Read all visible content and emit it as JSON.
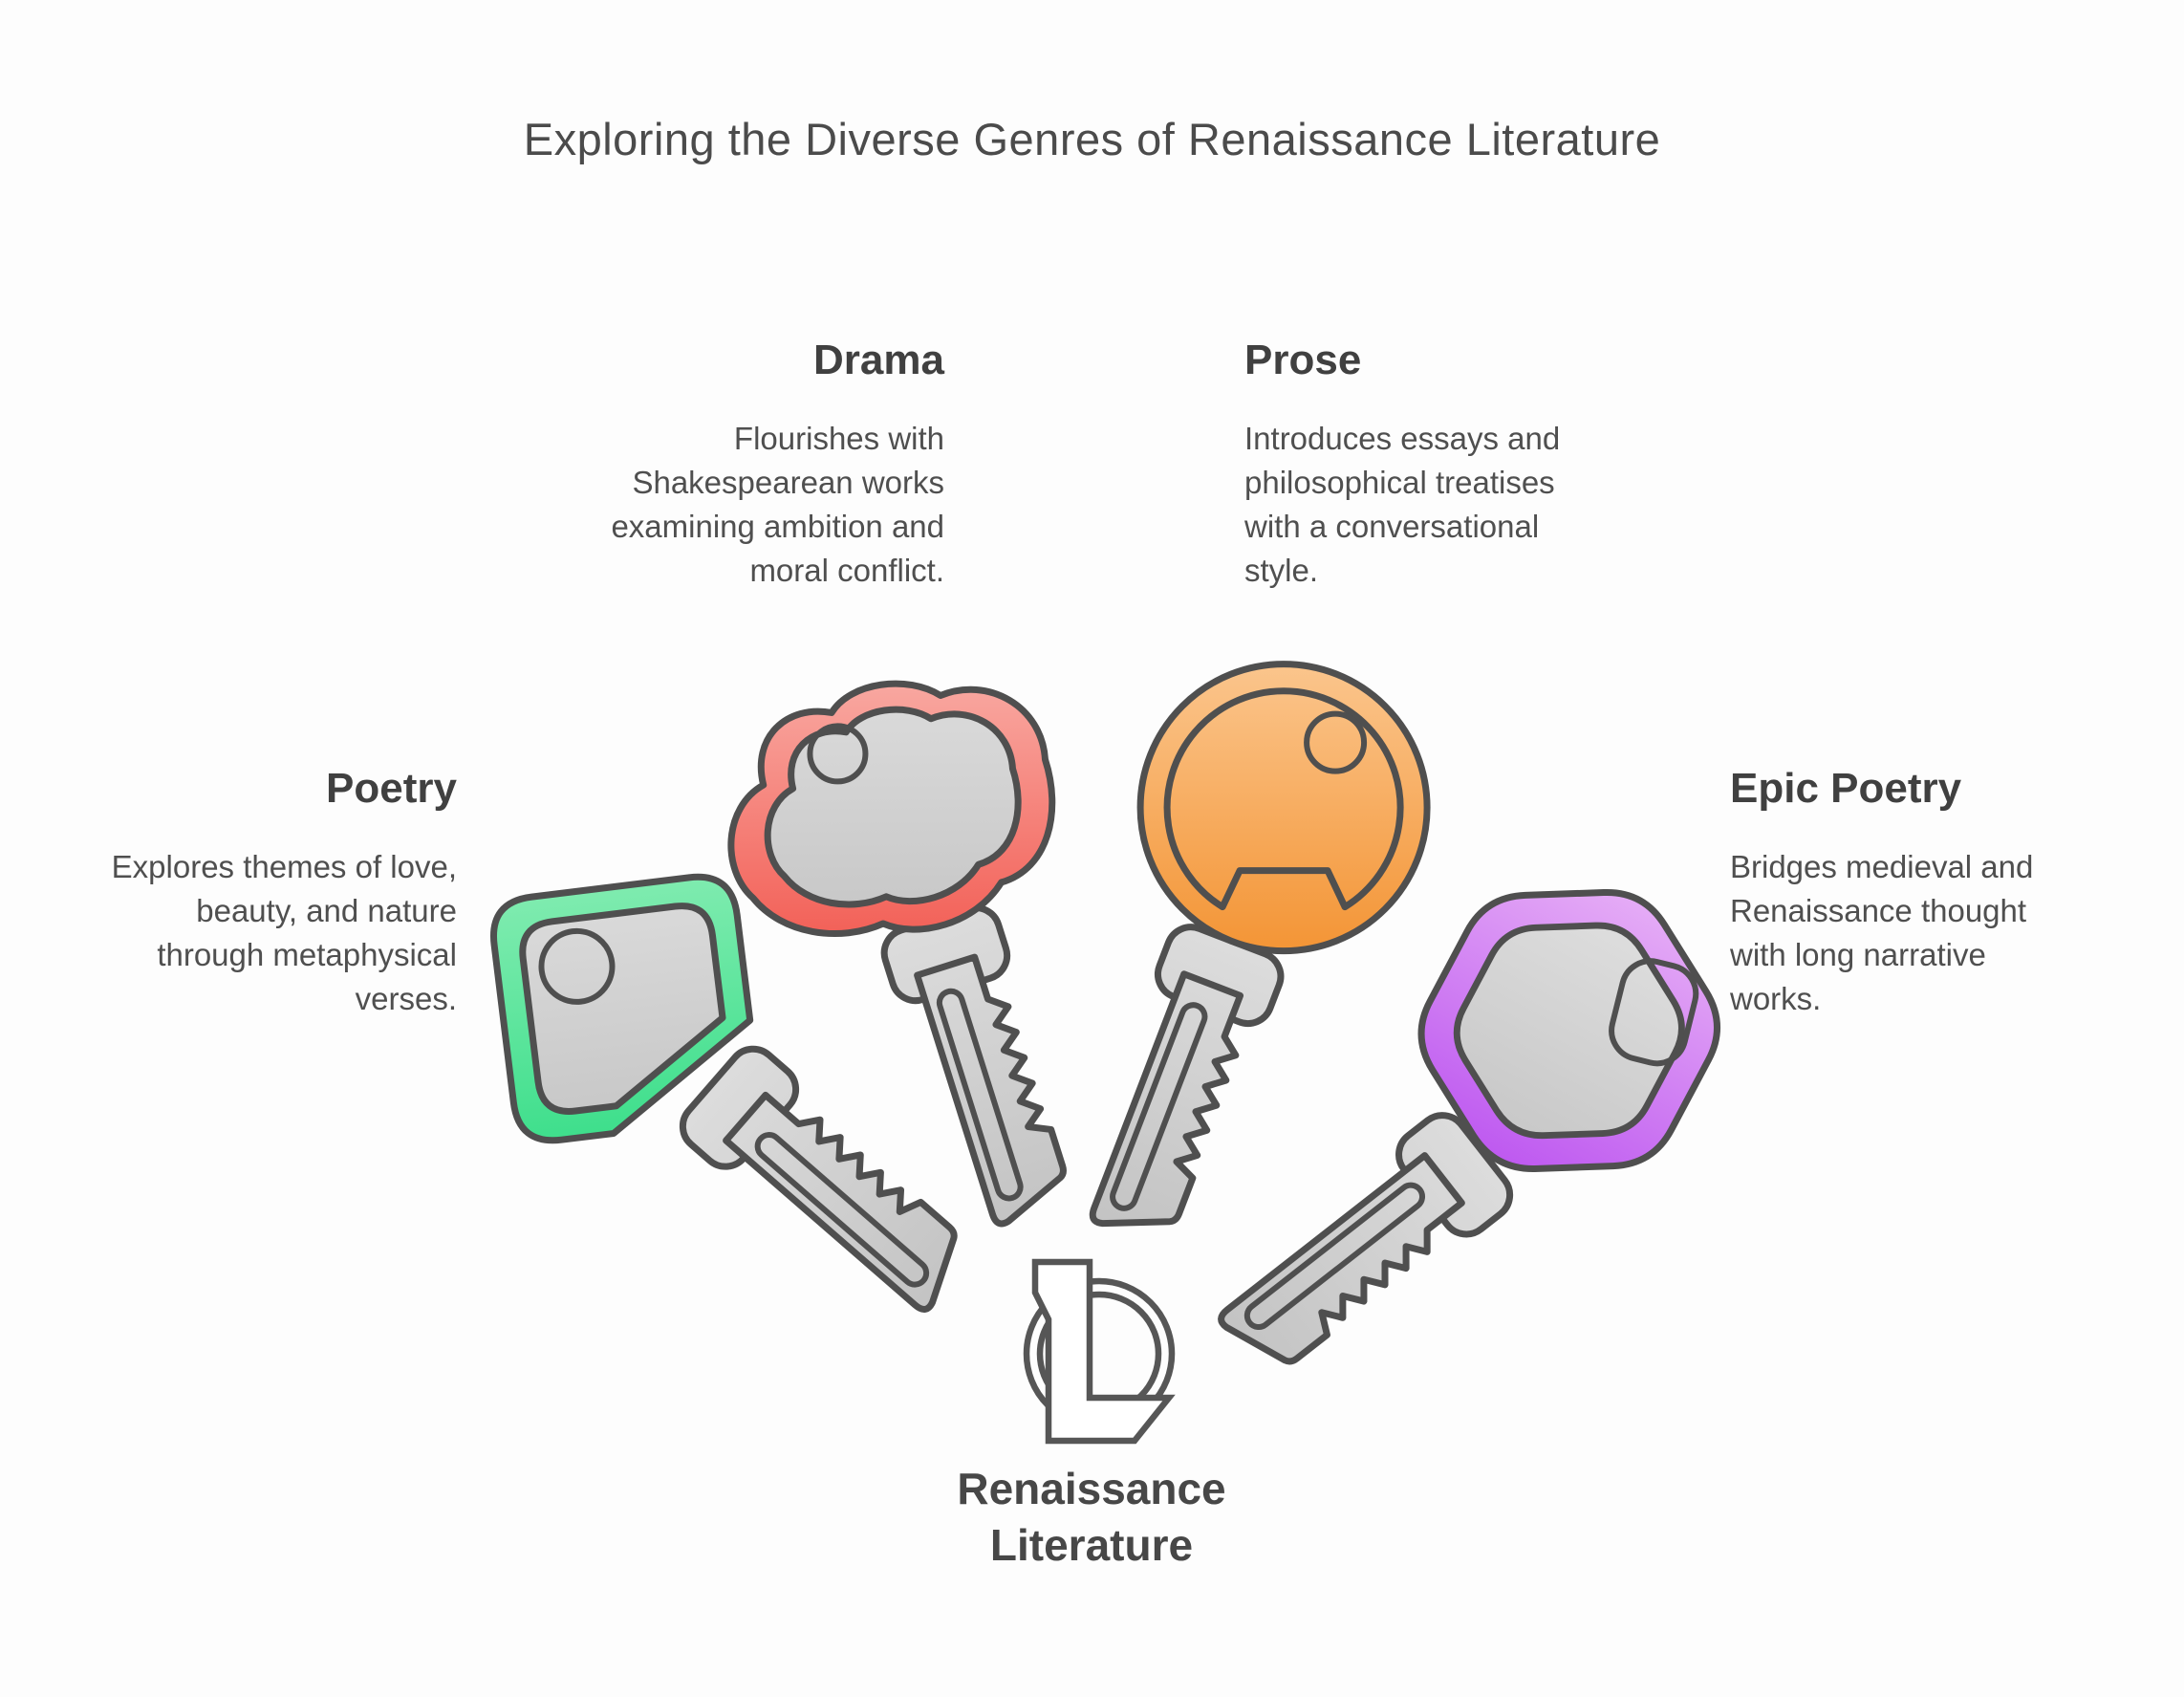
{
  "title": "Exploring the Diverse Genres of Renaissance Literature",
  "genres": [
    {
      "id": "poetry",
      "label": "Poetry",
      "description": [
        "Explores themes of love,",
        "beauty, and nature",
        "through metaphysical",
        "verses."
      ],
      "icon": "green-square-key-icon",
      "color_light": "#82ECB1",
      "color_dark": "#3BDE8A"
    },
    {
      "id": "drama",
      "label": "Drama",
      "description": [
        "Flourishes with",
        "Shakespearean works",
        "examining ambition and",
        "moral conflict."
      ],
      "icon": "red-cloud-key-icon",
      "color_light": "#F9ACA5",
      "color_dark": "#F25E55"
    },
    {
      "id": "prose",
      "label": "Prose",
      "description": [
        "Introduces essays and",
        "philosophical treatises",
        "with a conversational",
        "style."
      ],
      "icon": "orange-round-key-icon",
      "color_light": "#FBC68E",
      "color_dark": "#F39434"
    },
    {
      "id": "epic-poetry",
      "label": "Epic Poetry",
      "description": [
        "Bridges medieval and",
        "Renaissance thought",
        "with long narrative",
        "works."
      ],
      "icon": "purple-hexagon-key-icon",
      "color_light": "#E7B0F6",
      "color_dark": "#BC55F0"
    }
  ],
  "center_label": {
    "lines": [
      "Renaissance",
      "Literature"
    ],
    "logo_icon": "letter-L-circle-logo"
  },
  "palette": {
    "background": "#FDFDFD",
    "outline": "#4F4F4F",
    "key_metal_light": "#DEDEDE",
    "key_metal_dark": "#C3C3C3",
    "text_title": "#4B4B4B",
    "text_heading": "#404040",
    "text_body": "#4F4F4F"
  }
}
